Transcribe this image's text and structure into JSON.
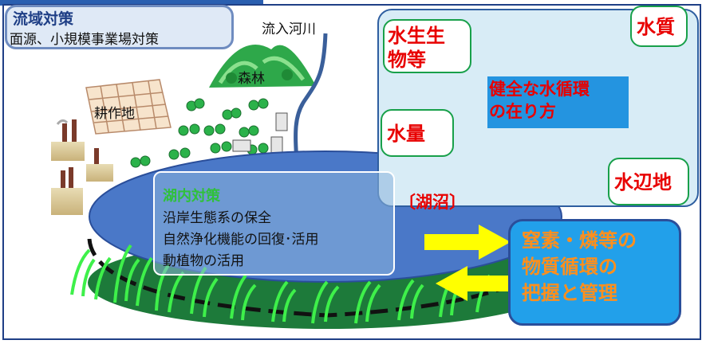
{
  "watershed": {
    "title": "流域対策",
    "subtitle": "面源、小規模事業場対策"
  },
  "landscape": {
    "river_label": "流入河川",
    "forest_label": "森林",
    "farmland_label": "耕作地"
  },
  "cycle": {
    "center": [
      "健全な水循環",
      "の在り方"
    ],
    "items": {
      "aquatic_life": [
        "水生生",
        "物等"
      ],
      "quality": "水質",
      "quantity": "水量",
      "waterside": "水辺地"
    }
  },
  "lake": {
    "label": "〔湖沼〕",
    "measures_title": "湖内対策",
    "measures": [
      "沿岸生態系の保全",
      "自然浄化機能の回復･活用",
      "動植物の活用"
    ]
  },
  "material_cycle": {
    "lines": [
      "窒素・燐等の",
      "物質循環の",
      "把握と管理"
    ]
  },
  "colors": {
    "frame": "#1f3f86",
    "lake": "#4a78c8",
    "green": "#22b53a",
    "red": "#e80000",
    "orange": "#ff8f1c",
    "arrow": "#ffff00",
    "cycle_arrow": "#2fb0d8"
  }
}
